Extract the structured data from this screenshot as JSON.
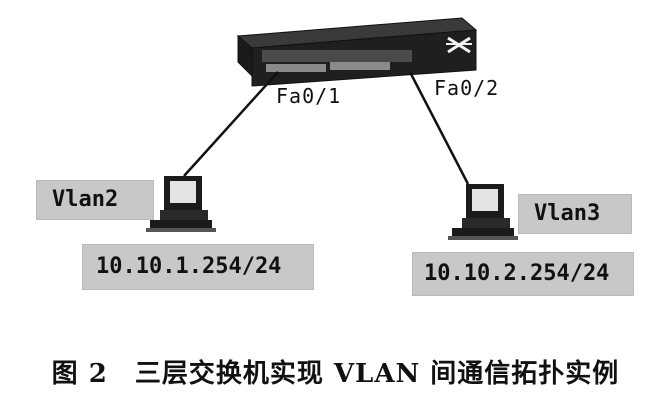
{
  "ports": {
    "left": "Fa0/1",
    "right": "Fa0/2"
  },
  "hosts": {
    "left": {
      "vlan": "Vlan2",
      "ip": "10.10.1.254/24"
    },
    "right": {
      "vlan": "Vlan3",
      "ip": "10.10.2.254/24"
    }
  },
  "caption": "图 2　三层交换机实现 VLAN 间通信拓扑实例"
}
